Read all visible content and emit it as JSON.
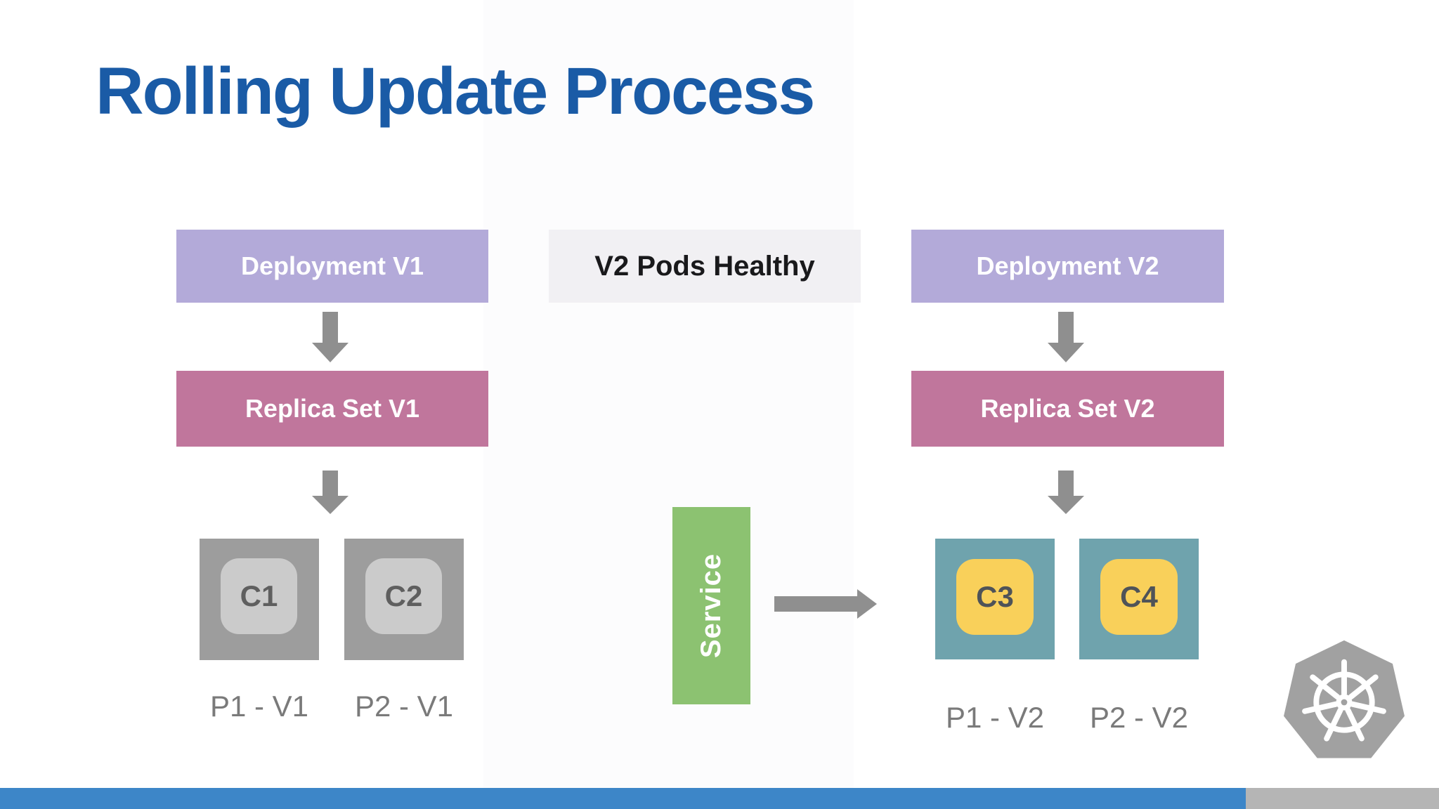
{
  "title": "Rolling Update Process",
  "left": {
    "deployment": "Deployment V1",
    "replica_set": "Replica Set V1",
    "pods": [
      {
        "container": "C1",
        "label": "P1 - V1"
      },
      {
        "container": "C2",
        "label": "P2 - V1"
      }
    ]
  },
  "middle": {
    "status": "V2 Pods Healthy",
    "service": "Service"
  },
  "right": {
    "deployment": "Deployment V2",
    "replica_set": "Replica Set V2",
    "pods": [
      {
        "container": "C3",
        "label": "P1 - V2"
      },
      {
        "container": "C4",
        "label": "P2 - V2"
      }
    ]
  },
  "icons": {
    "kubernetes_logo": "kubernetes-helm-wheel"
  },
  "colors": {
    "title": "#1a5ba6",
    "deployment_box": "#b3aad9",
    "replica_set_box": "#c0769c",
    "status_box": "#f1f0f3",
    "service_box": "#8cc271",
    "pod_v1": "#9d9d9d",
    "container_v1": "#cbcbcb",
    "pod_v2": "#6fa3ad",
    "container_v2": "#f9d05a",
    "arrow": "#8f8f8f",
    "footer_blue": "#3d86c8",
    "footer_gray": "#b5b5b5",
    "logo_gray": "#a1a1a1"
  }
}
